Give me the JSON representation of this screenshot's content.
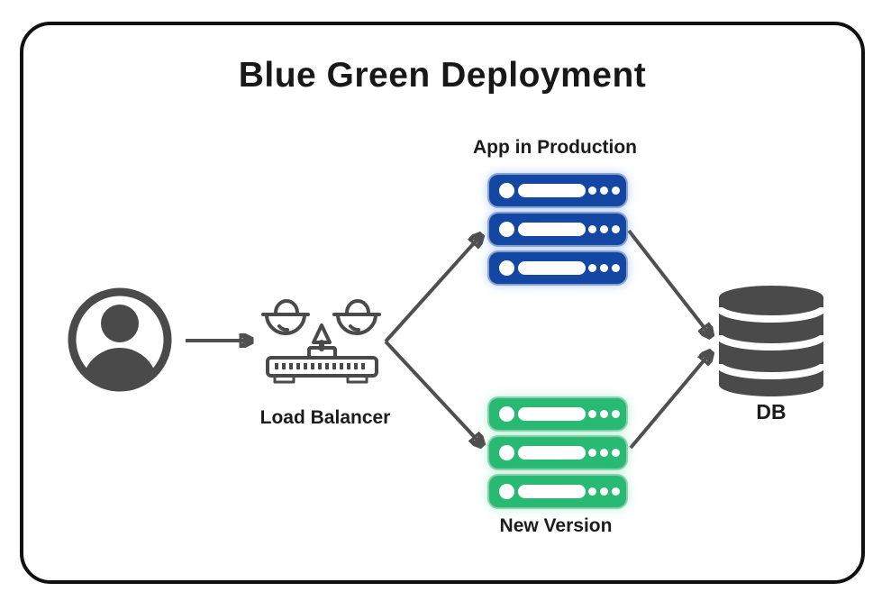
{
  "title": "Blue Green Deployment",
  "nodes": {
    "user": {
      "icon": "user-icon"
    },
    "load_balancer": {
      "label": "Load Balancer",
      "icon": "load-balancer-icon"
    },
    "production_stack": {
      "label": "App in Production",
      "server_count": 3,
      "server_color": "#1347a3"
    },
    "new_version_stack": {
      "label": "New Version",
      "server_count": 3,
      "server_color": "#28ba72"
    },
    "database": {
      "label": "DB",
      "icon": "database-icon"
    }
  },
  "edges": [
    {
      "from": "user",
      "to": "load_balancer"
    },
    {
      "from": "load_balancer",
      "to": "production_stack"
    },
    {
      "from": "load_balancer",
      "to": "new_version_stack"
    },
    {
      "from": "production_stack",
      "to": "database"
    },
    {
      "from": "new_version_stack",
      "to": "database"
    }
  ],
  "colors": {
    "blue_server": "#1347a3",
    "green_server": "#28ba72",
    "icon_gray": "#4a4a4a",
    "arrow_gray": "#4f4f4f",
    "card_border": "#101010",
    "background": "#ffffff"
  }
}
